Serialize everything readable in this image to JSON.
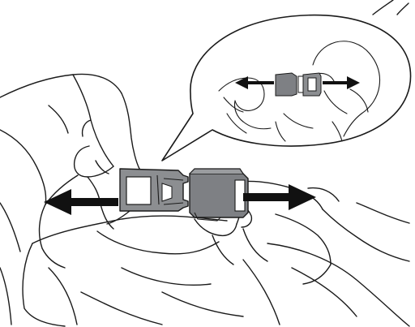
{
  "illustration": {
    "subject": "buckle-release-instruction",
    "colors": {
      "line": "#1a1a1a",
      "background": "#ffffff",
      "buckle_male": "#8c8e91",
      "buckle_female": "#7e8084",
      "buckle_slot": "#ffffff",
      "arrow": "#111111"
    },
    "icons": [
      "pull-left-arrow",
      "pull-right-arrow",
      "zoom-callout"
    ]
  }
}
